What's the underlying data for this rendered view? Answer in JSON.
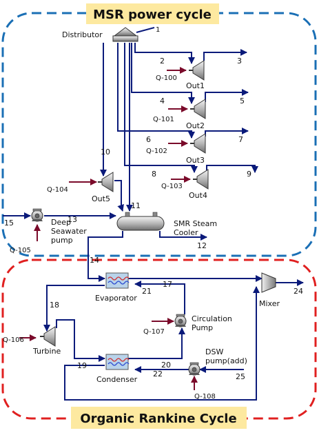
{
  "colors": {
    "stream": "#0a1a7a",
    "energy": "#7a0a2a",
    "msr_boundary": "#1a6fb5",
    "orc_boundary": "#e02020",
    "banner": "#fde9a0",
    "equipment": "#8c8c8c"
  },
  "sections": {
    "msr_title": "MSR power cycle",
    "orc_title": "Organic Rankine Cycle"
  },
  "equipment": {
    "distributor": "Distributor",
    "out1": "Out1",
    "out2": "Out2",
    "out3": "Out3",
    "out4": "Out4",
    "out5": "Out5",
    "deep_pump_line1": "Deep",
    "deep_pump_line2": "Seawater",
    "deep_pump_line3": "pump",
    "smr_line1": "SMR Steam",
    "smr_line2": "Cooler",
    "evaporator": "Evaporator",
    "circ_pump_line1": "Circulation",
    "circ_pump_line2": "Pump",
    "mixer": "Mixer",
    "turbine": "Turbine",
    "condenser": "Condenser",
    "dsw_line1": "DSW",
    "dsw_line2": "pump(add)"
  },
  "energy_streams": {
    "q100": "Q-100",
    "q101": "Q-101",
    "q102": "Q-102",
    "q103": "Q-103",
    "q104": "Q-104",
    "q105": "Q-105",
    "q106": "Q-106",
    "q107": "Q-107",
    "q108": "Q-108"
  },
  "streams": {
    "s1": "1",
    "s2": "2",
    "s3": "3",
    "s4": "4",
    "s5": "5",
    "s6": "6",
    "s7": "7",
    "s8": "8",
    "s9": "9",
    "s10": "10",
    "s11": "11",
    "s12": "12",
    "s13": "13",
    "s14": "14",
    "s15": "15",
    "s17": "17",
    "s18": "18",
    "s19": "19",
    "s20": "20",
    "s21": "21",
    "s22": "22",
    "s24": "24",
    "s25": "25"
  }
}
